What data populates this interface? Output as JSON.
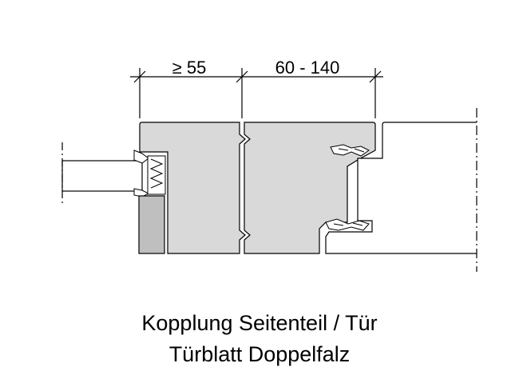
{
  "drawing": {
    "dimensions": {
      "left_label": "≥ 55",
      "right_label": "60 - 140"
    },
    "caption": {
      "line1": "Kopplung Seitenteil / Tür",
      "line2": "Türblatt Doppelfalz"
    }
  },
  "colors": {
    "profile_fill": "#d9d9d9",
    "dark_fill": "#bfbfbf",
    "line": "#000000",
    "background": "#ffffff"
  }
}
